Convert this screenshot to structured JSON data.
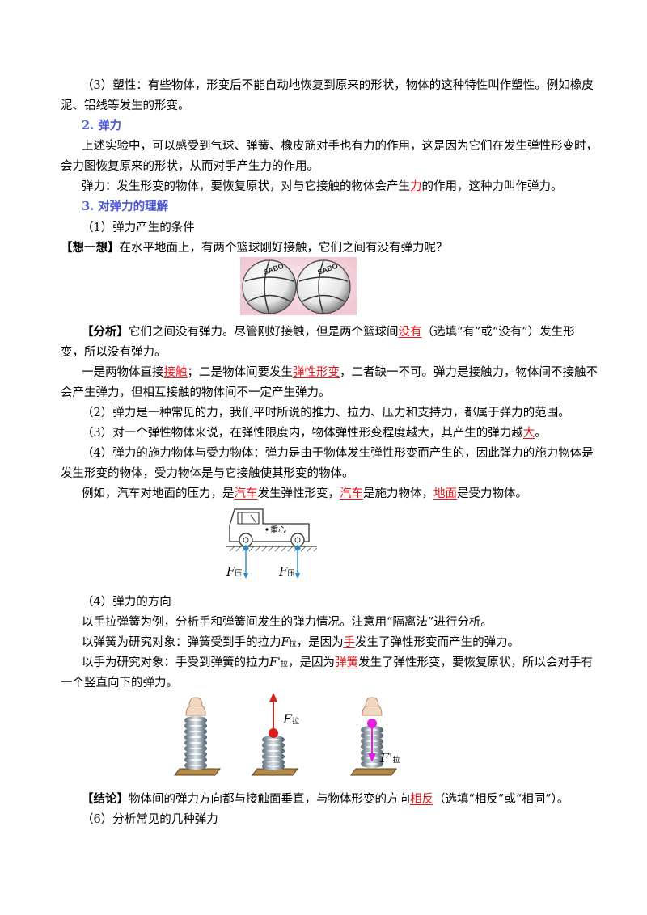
{
  "p1": {
    "a": "（3）塑性：有些物体，形变后不能自动地恢复到原来的形状，物体的这种特性叫作塑性。例如橡皮",
    "b": "泥、铝线等发生的形变。"
  },
  "h2": "2. 弹力",
  "p2": {
    "a": "上述实验中，可以感受到气球、弹簧、橡皮筋对手也有力的作用，这是因为它们在发生弹性形变时，",
    "b": "会力图恢复原来的形状，从而对手产生力的作用。"
  },
  "p3": {
    "a": "弹力：发生形变的物体，要恢复原状，对与它接触的物体会产生",
    "ans": "力",
    "b": "的作用，这种力叫作弹力。"
  },
  "h3": "3. 对弹力的理解",
  "p4": "（1）弹力产生的条件",
  "p5": {
    "tag": "【想一想】",
    "text": "在水平地面上，有两个篮球刚好接触，它们之间有没有弹力呢？"
  },
  "balls": {
    "logo": "SABO"
  },
  "p6": {
    "tag": "【分析】",
    "a": "它们之间没有弹力。尽管刚好接触，但是两个篮球间",
    "ans": "没有",
    "b": "（选填“有”或“没有”）发生形",
    "c": "变，所以没有弹力。"
  },
  "p7": {
    "a": "一是两物体直接",
    "ans1": "接触",
    "b": "；二是物体间要发生",
    "ans2": "弹性形变",
    "c": "，二者缺一不可。弹力是接触力，物体间不接触不",
    "d": "会产生弹力，但相互接触的物体间不一定产生弹力。"
  },
  "p8": "（2）弹力是一种常见的力，我们平时所说的推力、拉力、压力和支持力，都属于弹力的范围。",
  "p9": {
    "a": "（3）对一个弹性物体来说，在弹性限度内，物体弹性形变程度越大，其产生的弹力越",
    "ans": "大",
    "b": "。"
  },
  "p10": {
    "a": "（4）弹力的施力物体与受力物体：弹力是由于物体发生弹性形变而产生的，因此弹力的施力物体是",
    "b": "发生形变的物体，受力物体是与它接触使其形变的物体。"
  },
  "p11": {
    "a": "例如，汽车对地面的压力，是",
    "ans1": "汽车",
    "b": "发生弹性形变，",
    "ans2": "汽车",
    "c": "是施力物体，",
    "ans3": "地面",
    "d": "是受力物体。"
  },
  "truck": {
    "center_label": "重心",
    "force_symbol": "F",
    "force_sub": "压"
  },
  "p12": "（4）弹力的方向",
  "p13": "以手拉弹簧为例，分析手和弹簧间发生的弹力情况。注意用“隔离法”进行分析。",
  "p14": {
    "a": "以弹簧为研究对象：弹簧受到手的拉力",
    "F": "F",
    "sub": "拉",
    "b": "，是因为",
    "ans": "手",
    "c": "发生了弹性形变而产生的弹力。"
  },
  "p15": {
    "a": "以手为研究对象：手受到弹簧的拉力",
    "F": "F'",
    "sub": "拉",
    "b": "，是因为",
    "ans": "弹簧",
    "c": "发生了弹性形变，要恢复原状，所以会对手有",
    "d": "一个竖直向下的弹力。"
  },
  "springs": {
    "force1_symbol": "F",
    "force1_sub": "拉",
    "force2_symbol": "F'",
    "force2_sub": "拉"
  },
  "p16": {
    "tag": "【结论】",
    "a": "物体间的弹力方向都与接触面垂直，与物体形变的方向",
    "ans": "相反",
    "b": "（选填“相反”或“相同”）。"
  },
  "p17": "（6）分析常见的几种弹力",
  "colors": {
    "heading": "#4a56d8",
    "answer": "#e8141c",
    "force_arrow": "#2a8ac8",
    "spring_force": "#d81e1e",
    "spring_force2": "#e020e0"
  }
}
